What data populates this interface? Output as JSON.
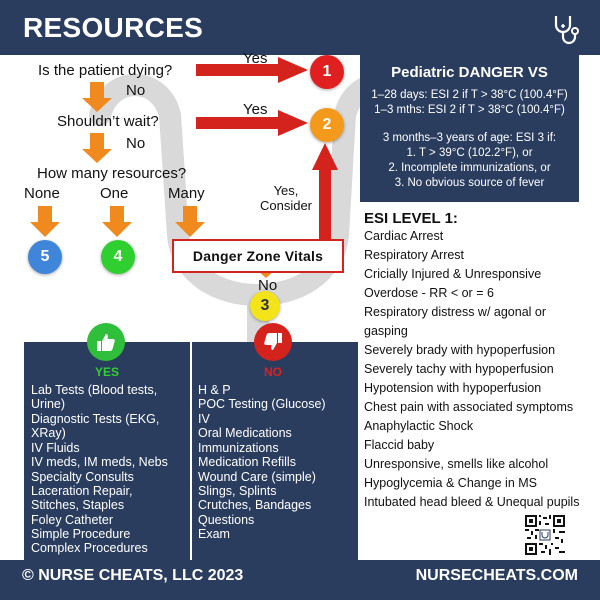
{
  "header": {
    "title": "RESOURCES",
    "logo_icon": "stethoscope-icon"
  },
  "flowchart": {
    "q_dying": "Is the patient dying?",
    "q_wait": "Shouldn’t wait?",
    "q_resources": "How many resources?",
    "yes": "Yes",
    "no": "No",
    "none": "None",
    "one": "One",
    "many": "Many",
    "yes_consider": "Yes,\nConsider",
    "danger_zone": "Danger Zone Vitals",
    "levels": {
      "l1": "1",
      "l2": "2",
      "l3": "3",
      "l4": "4",
      "l5": "5"
    },
    "colors": {
      "l1": "#e02020",
      "l2": "#f39a1c",
      "l3": "#f3e41a",
      "l4": "#2fcf2f",
      "l5": "#3f86db",
      "arrow_red": "#d4221c",
      "arrow_orange": "#f08a1f"
    }
  },
  "pediatric": {
    "title": "Pediatric DANGER VS",
    "line1": "1–28 days: ESI 2 if T > 38°C (100.4°F)",
    "line2": "1–3 mths: ESI 2 if T > 38°C (100.4°F)",
    "line3": "3 months–3 years of age: ESI 3 if:",
    "line4": "1. T > 39°C (102.2°F), or",
    "line5": "2. Incomplete immunizations, or",
    "line6": "3. No obvious source of fever"
  },
  "esi1": {
    "title": "ESI LEVEL 1:",
    "items": [
      "Cardiac Arrest",
      "Respiratory Arrest",
      "Cricially Injured & Unresponsive",
      "Overdose - RR < or = 6",
      "Respiratory distress w/ agonal or",
      "gasping",
      "Severely brady with hypoperfusion",
      "Severely tachy with hypoperfusion",
      "Hypotension with hypoperfusion",
      "Chest pain with associated symptoms",
      "Anaphylactic Shock",
      "Flaccid baby",
      "Unresponsive, smells like alcohol",
      "Hypoglycemia & Change in MS",
      "Intubated head bleed & Unequal pupils"
    ]
  },
  "yes_column": {
    "label": "YES",
    "icon": "thumbs-up-icon",
    "items": [
      "Lab Tests (Blood tests,",
      "Urine)",
      "Diagnostic Tests (EKG,",
      "XRay)",
      "IV Fluids",
      "IV meds, IM meds, Nebs",
      "Specialty Consults",
      "Laceration Repair,",
      "Stitches, Staples",
      "Foley Catheter",
      "Simple Procedure",
      "Complex Procedures"
    ]
  },
  "no_column": {
    "label": "NO",
    "icon": "thumbs-down-icon",
    "items": [
      "H & P",
      "POC Testing (Glucose)",
      "IV",
      "Oral Medications",
      "Immunizations",
      "Medication Refills",
      "Wound Care (simple)",
      "Slings, Splints",
      "Crutches, Bandages",
      "Questions",
      "Exam"
    ]
  },
  "footer": {
    "left": "© NURSE CHEATS, LLC 2023",
    "right": "NURSECHEATS.COM"
  },
  "qr_icon": "qr-code-icon"
}
